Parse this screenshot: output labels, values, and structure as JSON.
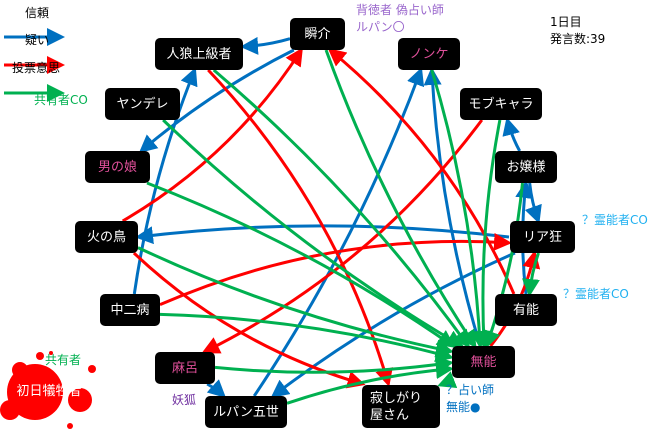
{
  "legend": [
    {
      "label": "信頼",
      "color": "#0070c0"
    },
    {
      "label": "疑い",
      "color": "#ff0000"
    },
    {
      "label": "投票意思",
      "color": "#00b050"
    }
  ],
  "info": {
    "day": "1日目",
    "count": "発言数:39"
  },
  "nodes": {
    "shunsuke": "瞬介",
    "jinro": "人狼上級者",
    "nonke": "ノンケ",
    "yandere": "ヤンデレ",
    "mob": "モブキャラ",
    "otokonoko": "男の娘",
    "ojousama": "お嬢様",
    "hinotori": "火の鳥",
    "riakyo": "リア狂",
    "chuni": "中二病",
    "yuno": "有能",
    "maro": "麻呂",
    "muno": "無能",
    "lupin": "ルパン五世",
    "sabishi": "寂しがり屋さん",
    "victim": "初日犠牲者"
  },
  "notes": {
    "yandere_co": "共有者CO",
    "nonke_role1": "背徳者 偽占い師",
    "nonke_role2": "ルパン〇",
    "riakyo_co": "？霊能者CO",
    "yuno_co": "？霊能者CO",
    "muno_role1": "？占い師",
    "muno_role2": "無能●",
    "maro_role": "妖狐",
    "victim_role": "共有者"
  },
  "edges": [
    {
      "from": "shunsuke",
      "to": "jinro",
      "type": "trust"
    },
    {
      "from": "shunsuke",
      "to": "otokonoko",
      "type": "trust"
    },
    {
      "from": "chuni",
      "to": "jinro",
      "type": "trust"
    },
    {
      "from": "lupin",
      "to": "nonke",
      "type": "trust"
    },
    {
      "from": "muno",
      "to": "nonke",
      "type": "trust"
    },
    {
      "from": "riakyo",
      "to": "hinotori",
      "type": "trust"
    },
    {
      "from": "ojousama",
      "to": "mob",
      "type": "trust"
    },
    {
      "from": "ojousama",
      "to": "riakyo",
      "type": "trust"
    },
    {
      "from": "yuno",
      "to": "ojousama",
      "type": "trust"
    },
    {
      "from": "riakyo",
      "to": "lupin",
      "type": "trust"
    },
    {
      "from": "maro",
      "to": "lupin",
      "type": "trust"
    },
    {
      "from": "hinotori",
      "to": "shunsuke",
      "type": "doubt"
    },
    {
      "from": "jinro",
      "to": "sabishi",
      "type": "doubt"
    },
    {
      "from": "yuno",
      "to": "shunsuke",
      "type": "doubt"
    },
    {
      "from": "chuni",
      "to": "riakyo",
      "type": "doubt"
    },
    {
      "from": "muno",
      "to": "riakyo",
      "type": "doubt"
    },
    {
      "from": "mob",
      "to": "maro",
      "type": "doubt"
    },
    {
      "from": "hinotori",
      "to": "sabishi",
      "type": "doubt"
    },
    {
      "from": "jinro",
      "to": "muno",
      "type": "vote"
    },
    {
      "from": "yandere",
      "to": "muno",
      "type": "vote"
    },
    {
      "from": "otokonoko",
      "to": "muno",
      "type": "vote"
    },
    {
      "from": "hinotori",
      "to": "muno",
      "type": "vote"
    },
    {
      "from": "chuni",
      "to": "muno",
      "type": "vote"
    },
    {
      "from": "maro",
      "to": "muno",
      "type": "vote"
    },
    {
      "from": "nonke",
      "to": "muno",
      "type": "vote"
    },
    {
      "from": "mob",
      "to": "muno",
      "type": "vote"
    },
    {
      "from": "ojousama",
      "to": "muno",
      "type": "vote"
    },
    {
      "from": "shunsuke",
      "to": "muno",
      "type": "vote"
    },
    {
      "from": "lupin",
      "to": "muno",
      "type": "vote"
    },
    {
      "from": "riakyo",
      "to": "yuno",
      "type": "vote"
    },
    {
      "from": "muno",
      "to": "sabishi",
      "type": "vote"
    }
  ]
}
